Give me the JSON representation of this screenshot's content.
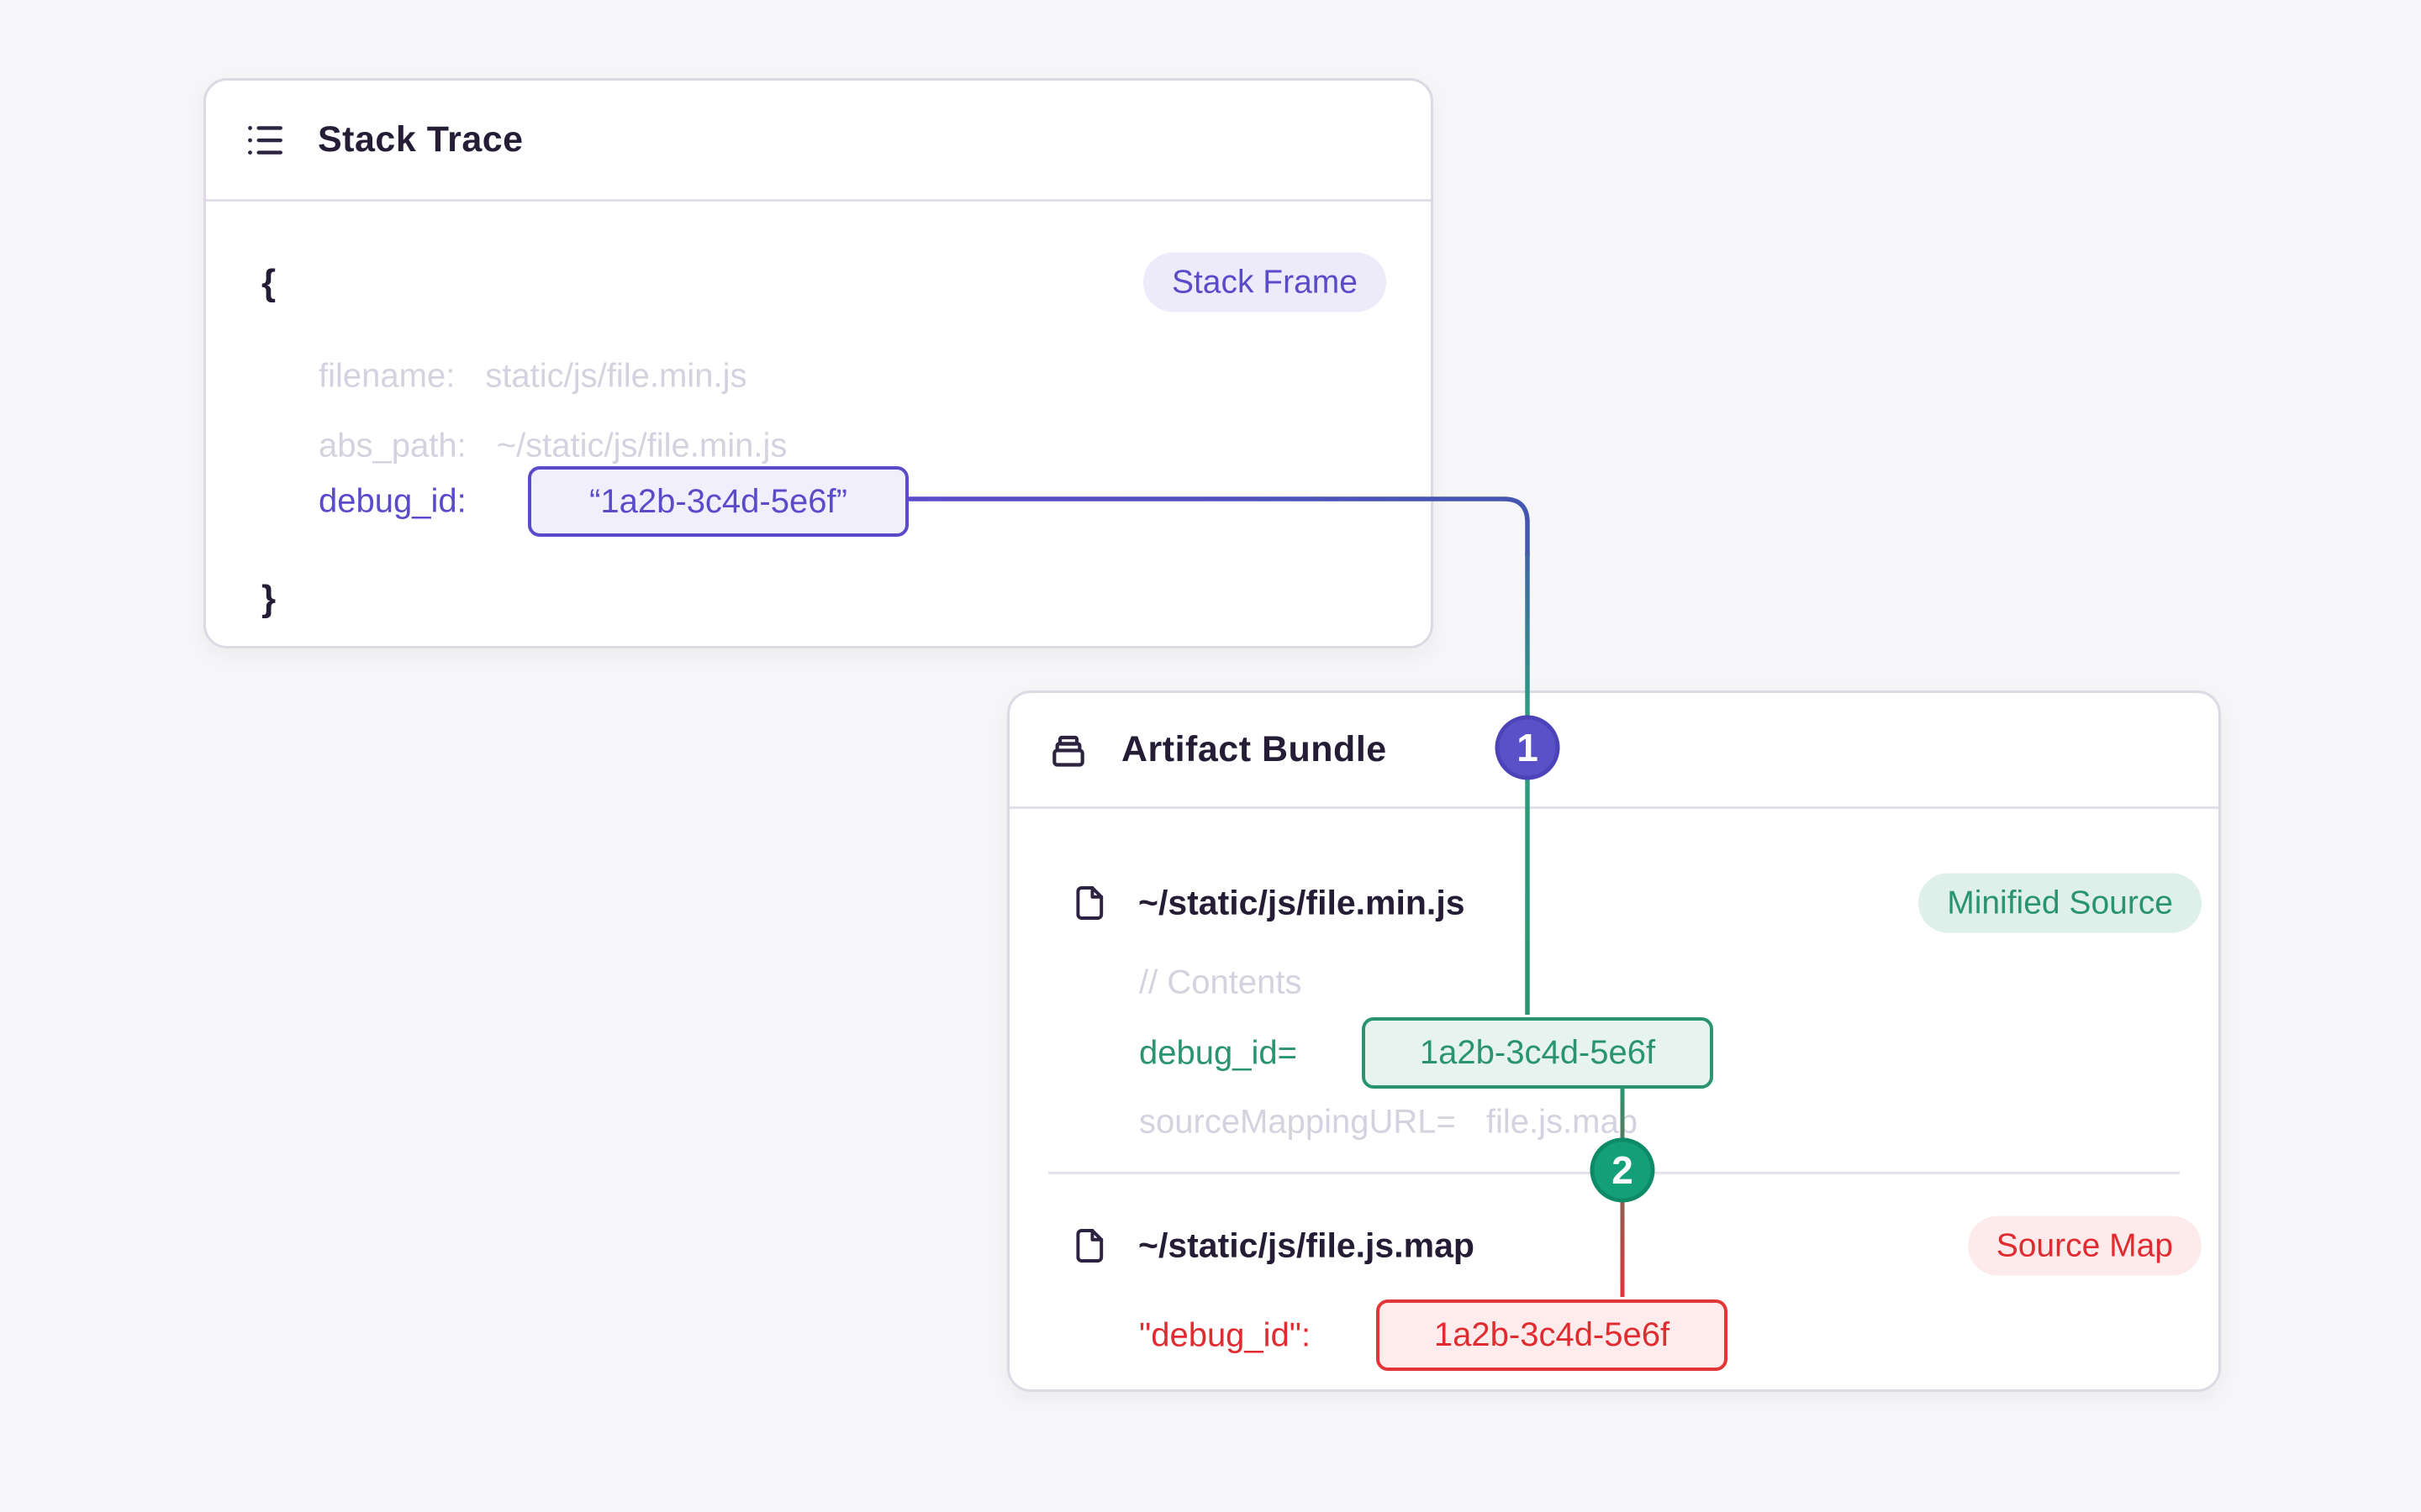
{
  "page": {
    "background": "#f6f6f8"
  },
  "colors": {
    "accent_purple": "#5b4bcb",
    "accent_indigo": "#4356b0",
    "accent_green": "#2a9470",
    "accent_red": "#e02c31",
    "muted_text": "#d6d1df",
    "dark_text": "#241d35"
  },
  "stack_trace": {
    "title": "Stack Trace",
    "frame_badge": "Stack Frame",
    "brace_open": "{",
    "brace_close": "}",
    "filename_key": "filename:",
    "filename_value": "static/js/file.min.js",
    "abs_path_key": "abs_path:",
    "abs_path_value": "~/static/js/file.min.js",
    "debug_id_key": "debug_id:",
    "debug_id_value": "“1a2b-3c4d-5e6f”"
  },
  "artifact_bundle": {
    "title": "Artifact Bundle",
    "minified": {
      "path": "~/static/js/file.min.js",
      "badge": "Minified Source",
      "comment": "// Contents",
      "debug_id_key": "debug_id=",
      "debug_id_value": "1a2b-3c4d-5e6f",
      "source_mapping_key": "sourceMappingURL=",
      "source_mapping_value": "file.js.map"
    },
    "sourcemap": {
      "path": "~/static/js/file.js.map",
      "badge": "Source Map",
      "debug_id_key": "\"debug_id\":",
      "debug_id_value": "1a2b-3c4d-5e6f"
    }
  },
  "connectors": {
    "step1": "1",
    "step2": "2"
  }
}
